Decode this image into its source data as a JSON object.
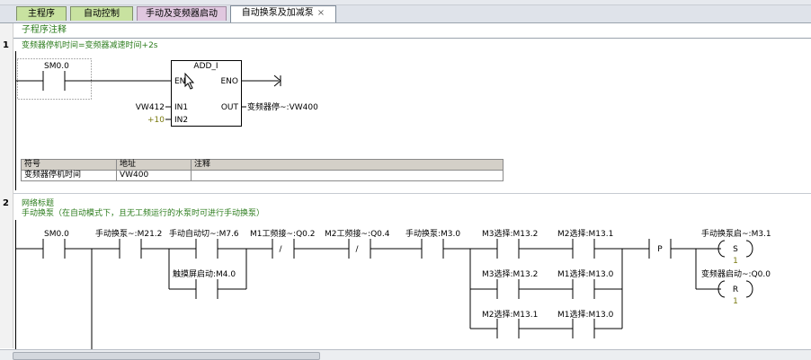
{
  "tabs": [
    {
      "label": "主程序"
    },
    {
      "label": "自动控制"
    },
    {
      "label": "手动及变频器启动"
    },
    {
      "label": "自动换泵及加减泵",
      "active": true
    }
  ],
  "tab_close": "×",
  "subroutine_comment": "子程序注释",
  "network1": {
    "number": "1",
    "title": "变频器停机时间=变频器减速时间+2s",
    "contact": "SM0.0",
    "block": {
      "name": "ADD_I",
      "en": "EN",
      "eno": "ENO",
      "in1_label": "IN1",
      "in2_label": "IN2",
      "out_label": "OUT",
      "in1": "VW412",
      "in2": "+10",
      "out": "变频器停~:VW400"
    },
    "symbol_table": {
      "headers": [
        "符号",
        "地址",
        "注释"
      ],
      "rows": [
        [
          "变频器停机时间",
          "VW400",
          ""
        ]
      ]
    }
  },
  "network2": {
    "number": "2",
    "title": "网络标题",
    "comment": "手动换泵（在自动模式下，且无工频运行的水泵时可进行手动换泵）",
    "contacts": {
      "sm": "SM0.0",
      "c1": "手动换泵~:M21.2",
      "c2": "手动自动切~:M7.6",
      "c3": "M1工频接~:Q0.2",
      "c4": "M2工频接~:Q0.4",
      "c5": "手动换泵:M3.0",
      "c6": "M3选择:M13.2",
      "c7": "M2选择:M13.1",
      "b1": "触摸屏启动:M4.0",
      "r2a": "M3选择:M13.2",
      "r2b": "M1选择:M13.0",
      "r3a": "M2选择:M13.1",
      "r3b": "M1选择:M13.0"
    },
    "neg_symbol": "/",
    "p_label": "P",
    "coils": [
      {
        "label": "手动换泵启~:M3.1",
        "type": "S",
        "count": "1"
      },
      {
        "label": "变频器启动~:Q0.0",
        "type": "R",
        "count": "1"
      }
    ]
  }
}
